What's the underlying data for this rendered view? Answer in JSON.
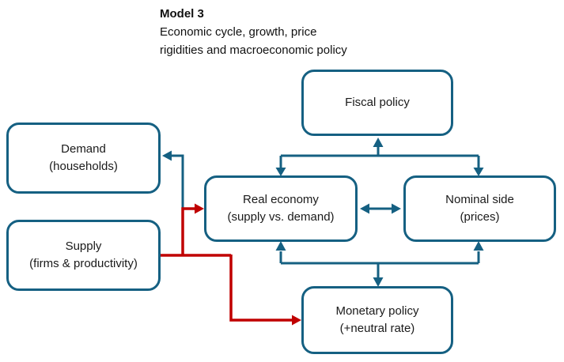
{
  "title": {
    "heading": "Model 3",
    "subtitle_lines": [
      "Economic cycle, growth, price",
      "rigidities and macroeconomic policy"
    ]
  },
  "nodes": {
    "fiscal_policy": {
      "lines": [
        "Fiscal policy",
        ""
      ]
    },
    "demand": {
      "lines": [
        "Demand",
        "(households)"
      ]
    },
    "supply": {
      "lines": [
        "Supply",
        "(firms & productivity)"
      ]
    },
    "real_economy": {
      "lines": [
        "Real economy",
        "(supply vs. demand)"
      ]
    },
    "nominal_side": {
      "lines": [
        "Nominal side",
        "(prices)"
      ]
    },
    "monetary_policy": {
      "lines": [
        "Monetary policy",
        "(+neutral rate)"
      ]
    }
  },
  "edges": [
    {
      "from": "fiscal_policy",
      "to": "real_economy",
      "direction": "bidirectional",
      "color": "#156082"
    },
    {
      "from": "fiscal_policy",
      "to": "nominal_side",
      "direction": "bidirectional",
      "color": "#156082"
    },
    {
      "from": "real_economy",
      "to": "nominal_side",
      "direction": "bidirectional",
      "color": "#156082"
    },
    {
      "from": "monetary_policy",
      "to": "real_economy",
      "direction": "bidirectional",
      "color": "#156082"
    },
    {
      "from": "monetary_policy",
      "to": "nominal_side",
      "direction": "bidirectional",
      "color": "#156082"
    },
    {
      "from": "real_economy",
      "to": "demand",
      "direction": "one-way",
      "color": "#156082"
    },
    {
      "from": "supply",
      "to": "real_economy",
      "direction": "one-way",
      "color": "#C00000"
    },
    {
      "from": "supply",
      "to": "monetary_policy",
      "direction": "one-way",
      "color": "#C00000"
    }
  ],
  "colors": {
    "box_border": "#156082",
    "arrow_blue": "#156082",
    "arrow_red": "#C00000",
    "text": "#1a1a1a",
    "background": "#ffffff"
  }
}
